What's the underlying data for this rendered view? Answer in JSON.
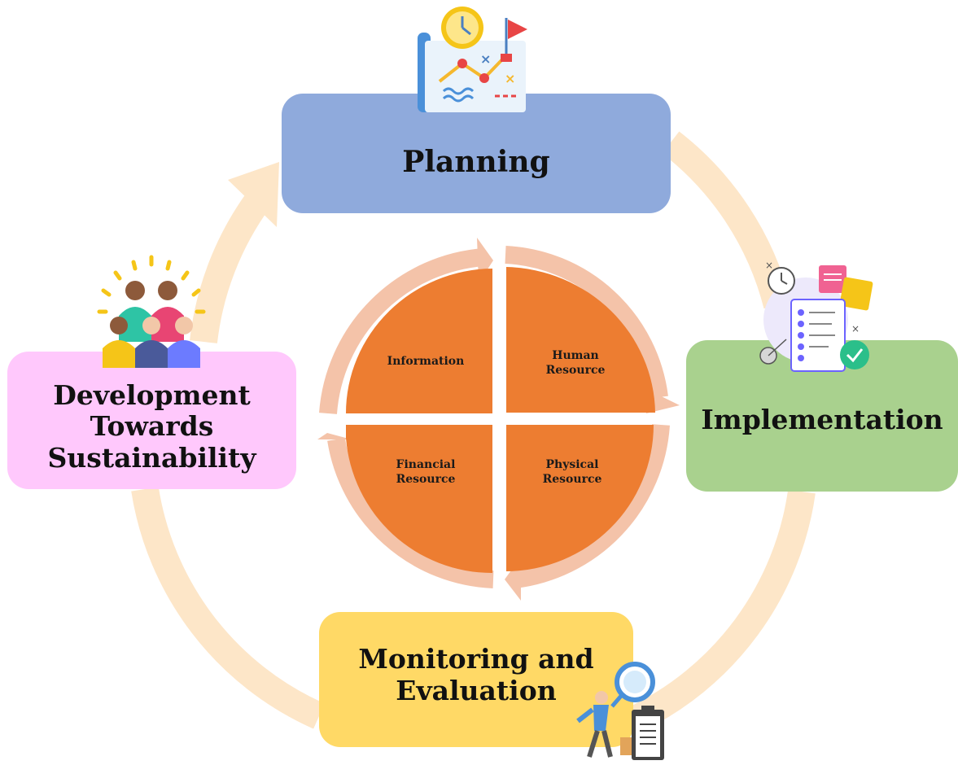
{
  "stages": {
    "planning": "Planning",
    "implementation": "Implementation",
    "monitoring": [
      "Monitoring and",
      "Evaluation"
    ],
    "development": [
      "Development",
      "Towards",
      "Sustainability"
    ]
  },
  "resources": {
    "information": "Information",
    "human": [
      "Human",
      "Resource"
    ],
    "financial": [
      "Financial",
      "Resource"
    ],
    "physical": [
      "Physical",
      "Resource"
    ]
  },
  "colors": {
    "planning": "#8faadc",
    "implementation": "#a9d18e",
    "monitoring": "#ffd966",
    "development": "#ffc8fc",
    "quadrant": "#ed7d31",
    "inner_ring": "#f4c3a9",
    "outer_cycle": "#fde6c8"
  },
  "icons": {
    "planning": "strategy-map-icon",
    "implementation": "checklist-icon",
    "monitoring": "search-analyst-icon",
    "development": "team-people-icon"
  }
}
